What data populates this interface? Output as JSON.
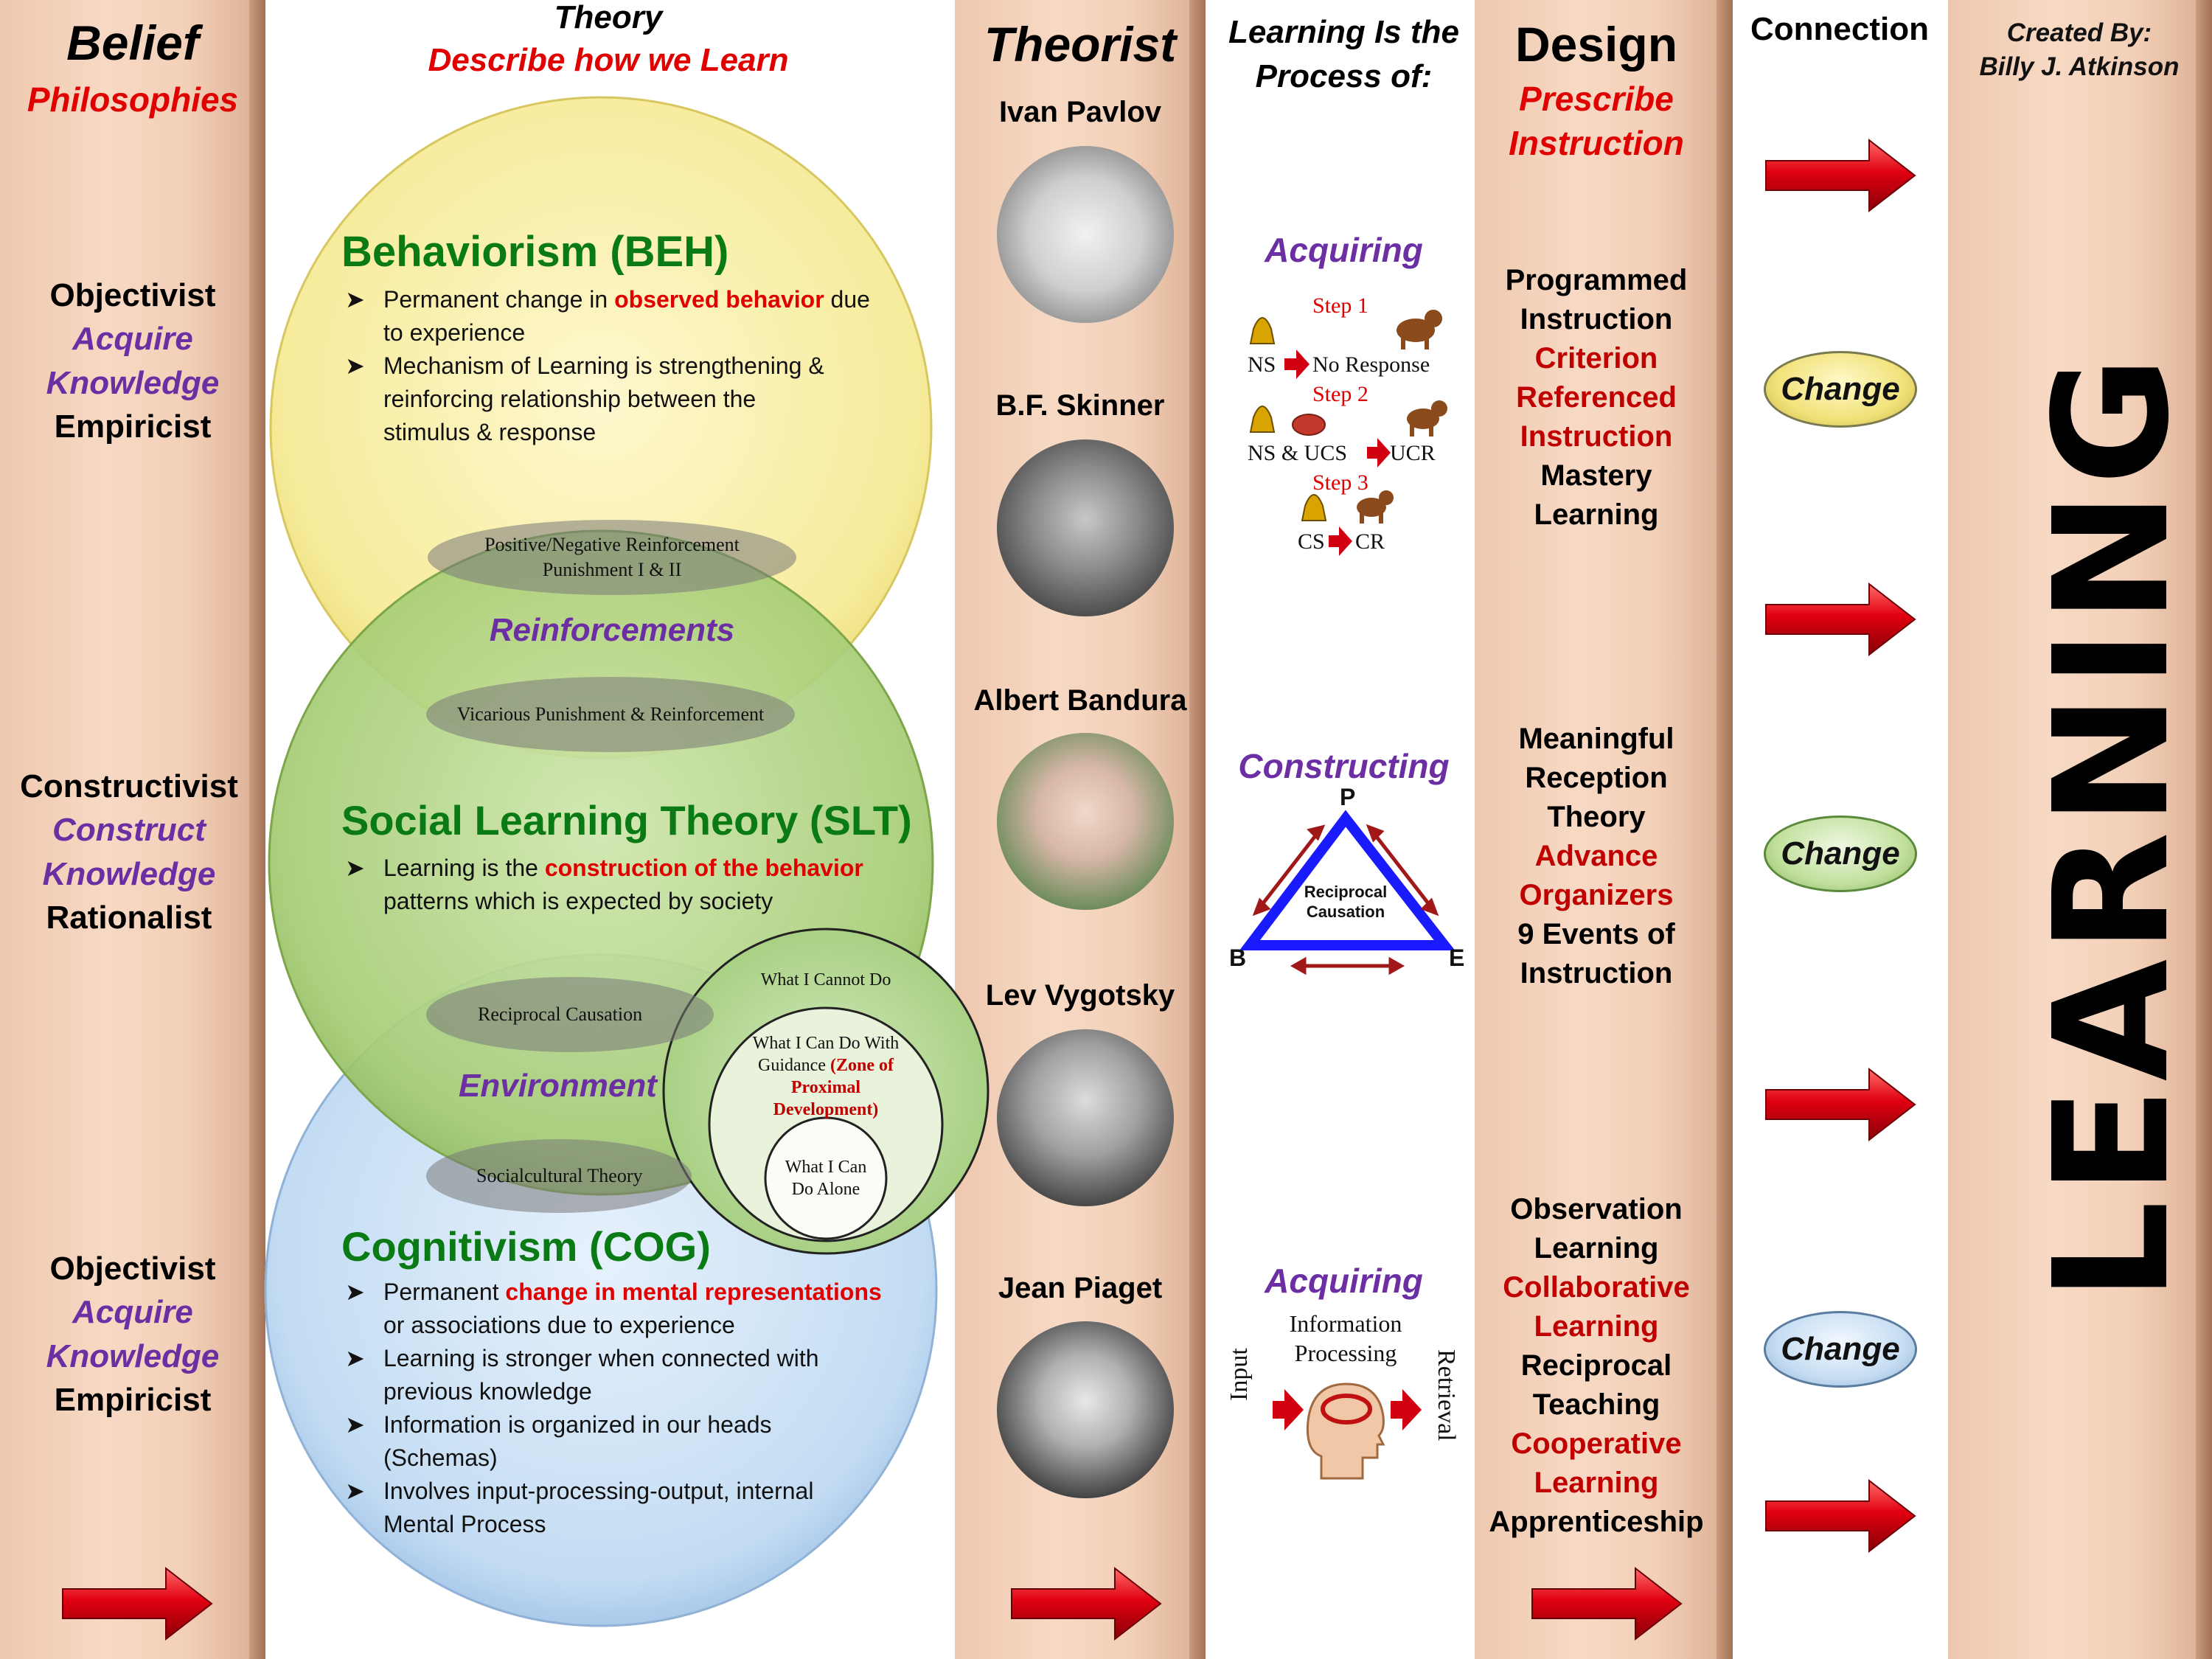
{
  "belief": {
    "header": "Belief",
    "subheader": "Philosophies",
    "groups": [
      {
        "line1": "Objectivist",
        "line2": "Acquire",
        "line3": "Knowledge",
        "line4": "Empiricist"
      },
      {
        "line1": "Constructivist",
        "line2": "Construct",
        "line3": "Knowledge",
        "line4": "Rationalist"
      },
      {
        "line1": "Objectivist",
        "line2": "Acquire",
        "line3": "Knowledge",
        "line4": "Empiricist"
      }
    ]
  },
  "theory": {
    "header": "Theory",
    "subheader": "Describe how we Learn",
    "beh": {
      "title": "Behaviorism (BEH)",
      "b1_pre": "Permanent change in ",
      "b1_hl": "observed behavior",
      "b1_post": " due",
      "b1_line2": "to experience",
      "b2_line1": "Mechanism of Learning is strengthening &",
      "b2_line2": "reinforcing relationship between the",
      "b2_line3": "stimulus & response"
    },
    "overlap1_l1": "Positive/Negative Reinforcement",
    "overlap1_l2": "Punishment I & II",
    "reinforcements": "Reinforcements",
    "overlap2": "Vicarious Punishment & Reinforcement",
    "slt": {
      "title": "Social Learning Theory (SLT)",
      "b1_pre": "Learning is the ",
      "b1_hl": "construction of the behavior",
      "b1_line2": "patterns which is expected by society"
    },
    "overlap3": "Reciprocal Causation",
    "environment": "Environment",
    "overlap4": "Socialcultural Theory",
    "zpd": {
      "outer": "What I Cannot Do",
      "middle_l1": "What I Can Do With",
      "middle_l2": "Guidance",
      "middle_hl1": "(Zone of",
      "middle_hl2": "Proximal",
      "middle_hl3": "Development)",
      "inner_l1": "What I Can",
      "inner_l2": "Do Alone"
    },
    "cog": {
      "title": "Cognitivism (COG)",
      "b1_pre": "Permanent ",
      "b1_hl": "change in mental representations",
      "b1_line2": "or associations due to experience",
      "b2_line1": "Learning is stronger when connected with",
      "b2_line2": "previous knowledge",
      "b3_line1": "Information is organized in our heads",
      "b3_line2": "(Schemas)",
      "b4_line1": "Involves input-processing-output, internal",
      "b4_line2": "Mental Process"
    }
  },
  "theorist": {
    "header": "Theorist",
    "names": [
      "Ivan Pavlov",
      "B.F. Skinner",
      "Albert Bandura",
      "Lev Vygotsky",
      "Jean Piaget"
    ]
  },
  "process": {
    "header_l1": "Learning Is the",
    "header_l2": "Process of:",
    "acquiring1": "Acquiring",
    "step1": "Step 1",
    "ns": "NS",
    "no_response": "No Response",
    "step2": "Step 2",
    "ns_ucs": "NS & UCS",
    "ucr": "UCR",
    "step3": "Step 3",
    "cs": "CS",
    "cr": "CR",
    "constructing": "Constructing",
    "tri_p": "P",
    "tri_b": "B",
    "tri_e": "E",
    "tri_center_l1": "Reciprocal",
    "tri_center_l2": "Causation",
    "acquiring2": "Acquiring",
    "info_l1": "Information",
    "info_l2": "Processing",
    "input": "Input",
    "retrieval": "Retrieval"
  },
  "design": {
    "header": "Design",
    "sub_l1": "Prescribe",
    "sub_l2": "Instruction",
    "group1": [
      {
        "text": "Programmed",
        "red": false
      },
      {
        "text": "Instruction",
        "red": false
      },
      {
        "text": "Criterion",
        "red": true
      },
      {
        "text": "Referenced",
        "red": true
      },
      {
        "text": "Instruction",
        "red": true
      },
      {
        "text": "Mastery",
        "red": false
      },
      {
        "text": "Learning",
        "red": false
      }
    ],
    "group2": [
      {
        "text": "Meaningful",
        "red": false
      },
      {
        "text": "Reception",
        "red": false
      },
      {
        "text": "Theory",
        "red": false
      },
      {
        "text": "Advance",
        "red": true
      },
      {
        "text": "Organizers",
        "red": true
      },
      {
        "text": "9 Events of",
        "red": false
      },
      {
        "text": "Instruction",
        "red": false
      }
    ],
    "group3": [
      {
        "text": "Observation",
        "red": false
      },
      {
        "text": "Learning",
        "red": false
      },
      {
        "text": "Collaborative",
        "red": true
      },
      {
        "text": "Learning",
        "red": true
      },
      {
        "text": "Reciprocal",
        "red": false
      },
      {
        "text": "Teaching",
        "red": false
      },
      {
        "text": "Cooperative",
        "red": true
      },
      {
        "text": "Learning",
        "red": true
      },
      {
        "text": "Apprenticeship",
        "red": false
      }
    ]
  },
  "connection": {
    "header": "Connection",
    "change1": "Change",
    "change2": "Change",
    "change3": "Change"
  },
  "learning": {
    "created_l1": "Created By:",
    "created_l2": "Billy J. Atkinson",
    "word": "LEARNING"
  },
  "colors": {
    "red": "#e00000",
    "purple": "#6b2fa3",
    "green_title": "#0a7a14",
    "beh_circle": "#f8eea0",
    "slt_circle": "#a8cf78",
    "cog_circle": "#c5def5"
  }
}
